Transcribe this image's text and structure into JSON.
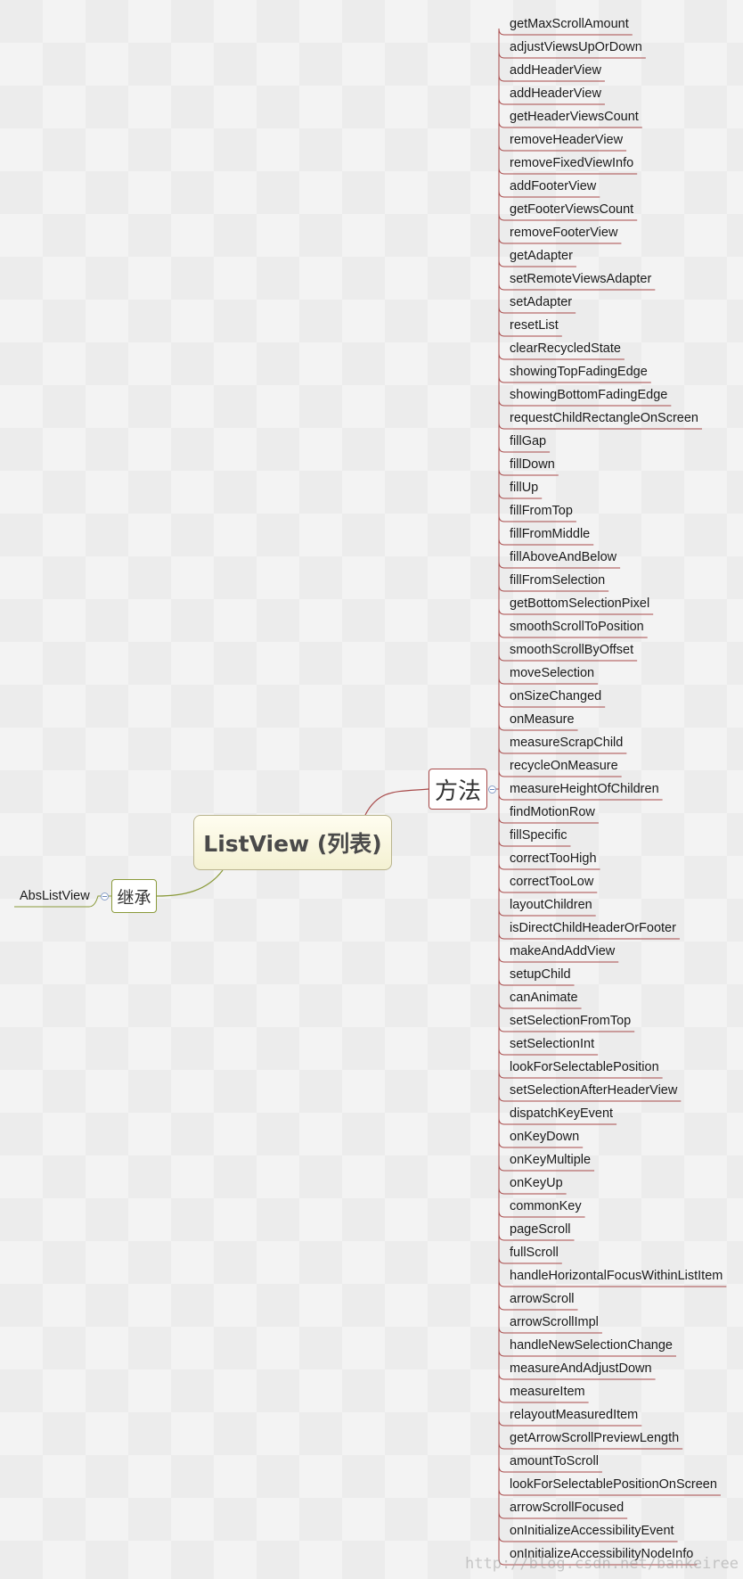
{
  "central_topic": "ListView (列表)",
  "branches": {
    "methods_label": "方法",
    "inherit_label": "继承",
    "inherit_items": [
      "AbsListView"
    ]
  },
  "methods": [
    "getMaxScrollAmount",
    "adjustViewsUpOrDown",
    "addHeaderView",
    "addHeaderView",
    "getHeaderViewsCount",
    "removeHeaderView",
    "removeFixedViewInfo",
    "addFooterView",
    "getFooterViewsCount",
    "removeFooterView",
    "getAdapter",
    "setRemoteViewsAdapter",
    "setAdapter",
    "resetList",
    "clearRecycledState",
    "showingTopFadingEdge",
    "showingBottomFadingEdge",
    "requestChildRectangleOnScreen",
    "fillGap",
    "fillDown",
    "fillUp",
    "fillFromTop",
    "fillFromMiddle",
    "fillAboveAndBelow",
    "fillFromSelection",
    "getBottomSelectionPixel",
    "smoothScrollToPosition",
    "smoothScrollByOffset",
    "moveSelection",
    "onSizeChanged",
    "onMeasure",
    "measureScrapChild",
    "recycleOnMeasure",
    "measureHeightOfChildren",
    "findMotionRow",
    "fillSpecific",
    "correctTooHigh",
    "correctTooLow",
    "layoutChildren",
    "isDirectChildHeaderOrFooter",
    "makeAndAddView",
    "setupChild",
    "canAnimate",
    "setSelectionFromTop",
    "setSelectionInt",
    "lookForSelectablePosition",
    "setSelectionAfterHeaderView",
    "dispatchKeyEvent",
    "onKeyDown",
    "onKeyMultiple",
    "onKeyUp",
    "commonKey",
    "pageScroll",
    "fullScroll",
    "handleHorizontalFocusWithinListItem",
    "arrowScroll",
    "arrowScrollImpl",
    "handleNewSelectionChange",
    "measureAndAdjustDown",
    "measureItem",
    "relayoutMeasuredItem",
    "getArrowScrollPreviewLength",
    "amountToScroll",
    "lookForSelectablePositionOnScreen",
    "arrowScrollFocused",
    "onInitializeAccessibilityEvent",
    "onInitializeAccessibilityNodeInfo"
  ],
  "watermark": "http://blog.csdn.net/bankeiree",
  "colors": {
    "methods_branch": "#a84a4a",
    "inherit_branch": "#8a9a3a",
    "central_fill": "#f6f3d8",
    "background": "#ececec"
  }
}
